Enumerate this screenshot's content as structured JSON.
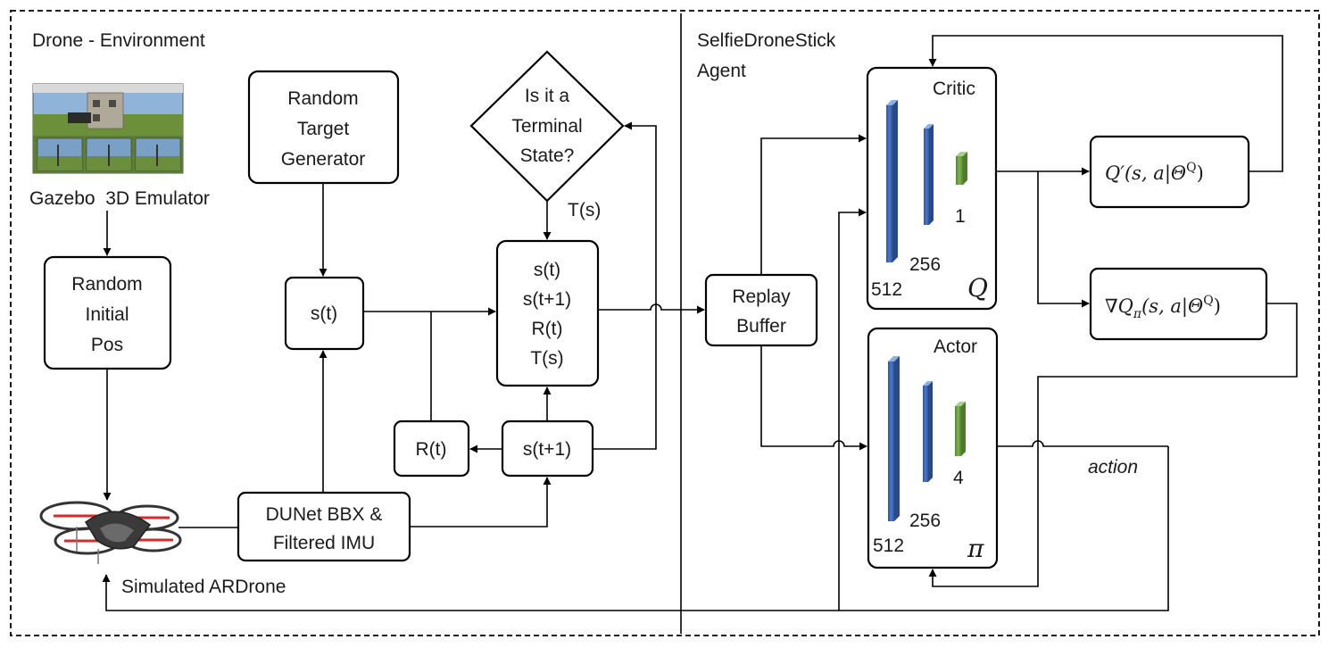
{
  "sections": {
    "environment_title": "Drone - Environment",
    "agent_title_line1": "SelfieDroneStick",
    "agent_title_line2": "Agent"
  },
  "nodes": {
    "gazebo_label": "Gazebo  3D Emulator",
    "random_initial_pos": [
      "Random",
      "Initial",
      "Pos"
    ],
    "random_target_generator": [
      "Random",
      "Target",
      "Generator"
    ],
    "terminal_state": [
      "Is it a",
      "Terminal",
      "State?"
    ],
    "ts_label": "T(s)",
    "state_box": "s(t)",
    "transition_box": [
      "s(t)",
      "s(t+1)",
      "R(t)",
      "T(s)"
    ],
    "reward_box": "R(t)",
    "next_state_box": "s(t+1)",
    "dunet_box": [
      "DUNet BBX &",
      "Filtered IMU"
    ],
    "simulated_ardrone": "Simulated ARDrone",
    "replay_buffer": [
      "Replay",
      "Buffer"
    ],
    "critic": {
      "title": "Critic",
      "layers": [
        "512",
        "256",
        "1"
      ],
      "symbol": "Q"
    },
    "actor": {
      "title": "Actor",
      "layers": [
        "512",
        "256",
        "4"
      ],
      "symbol": "π"
    },
    "target_q": "Q′(s, a|Θ",
    "target_q_sup": "Q",
    "target_q_close": ")",
    "grad_q": "∇Q",
    "grad_q_sub": "π",
    "grad_q_args": "(s, a|Θ",
    "grad_q_sup": "Q",
    "grad_q_close": ")",
    "action_label": "action"
  },
  "colors": {
    "blue_layer": "#4472c4",
    "green_layer": "#70ad47",
    "ground": "#6c8f3a",
    "sky": "#8fb3d9"
  }
}
